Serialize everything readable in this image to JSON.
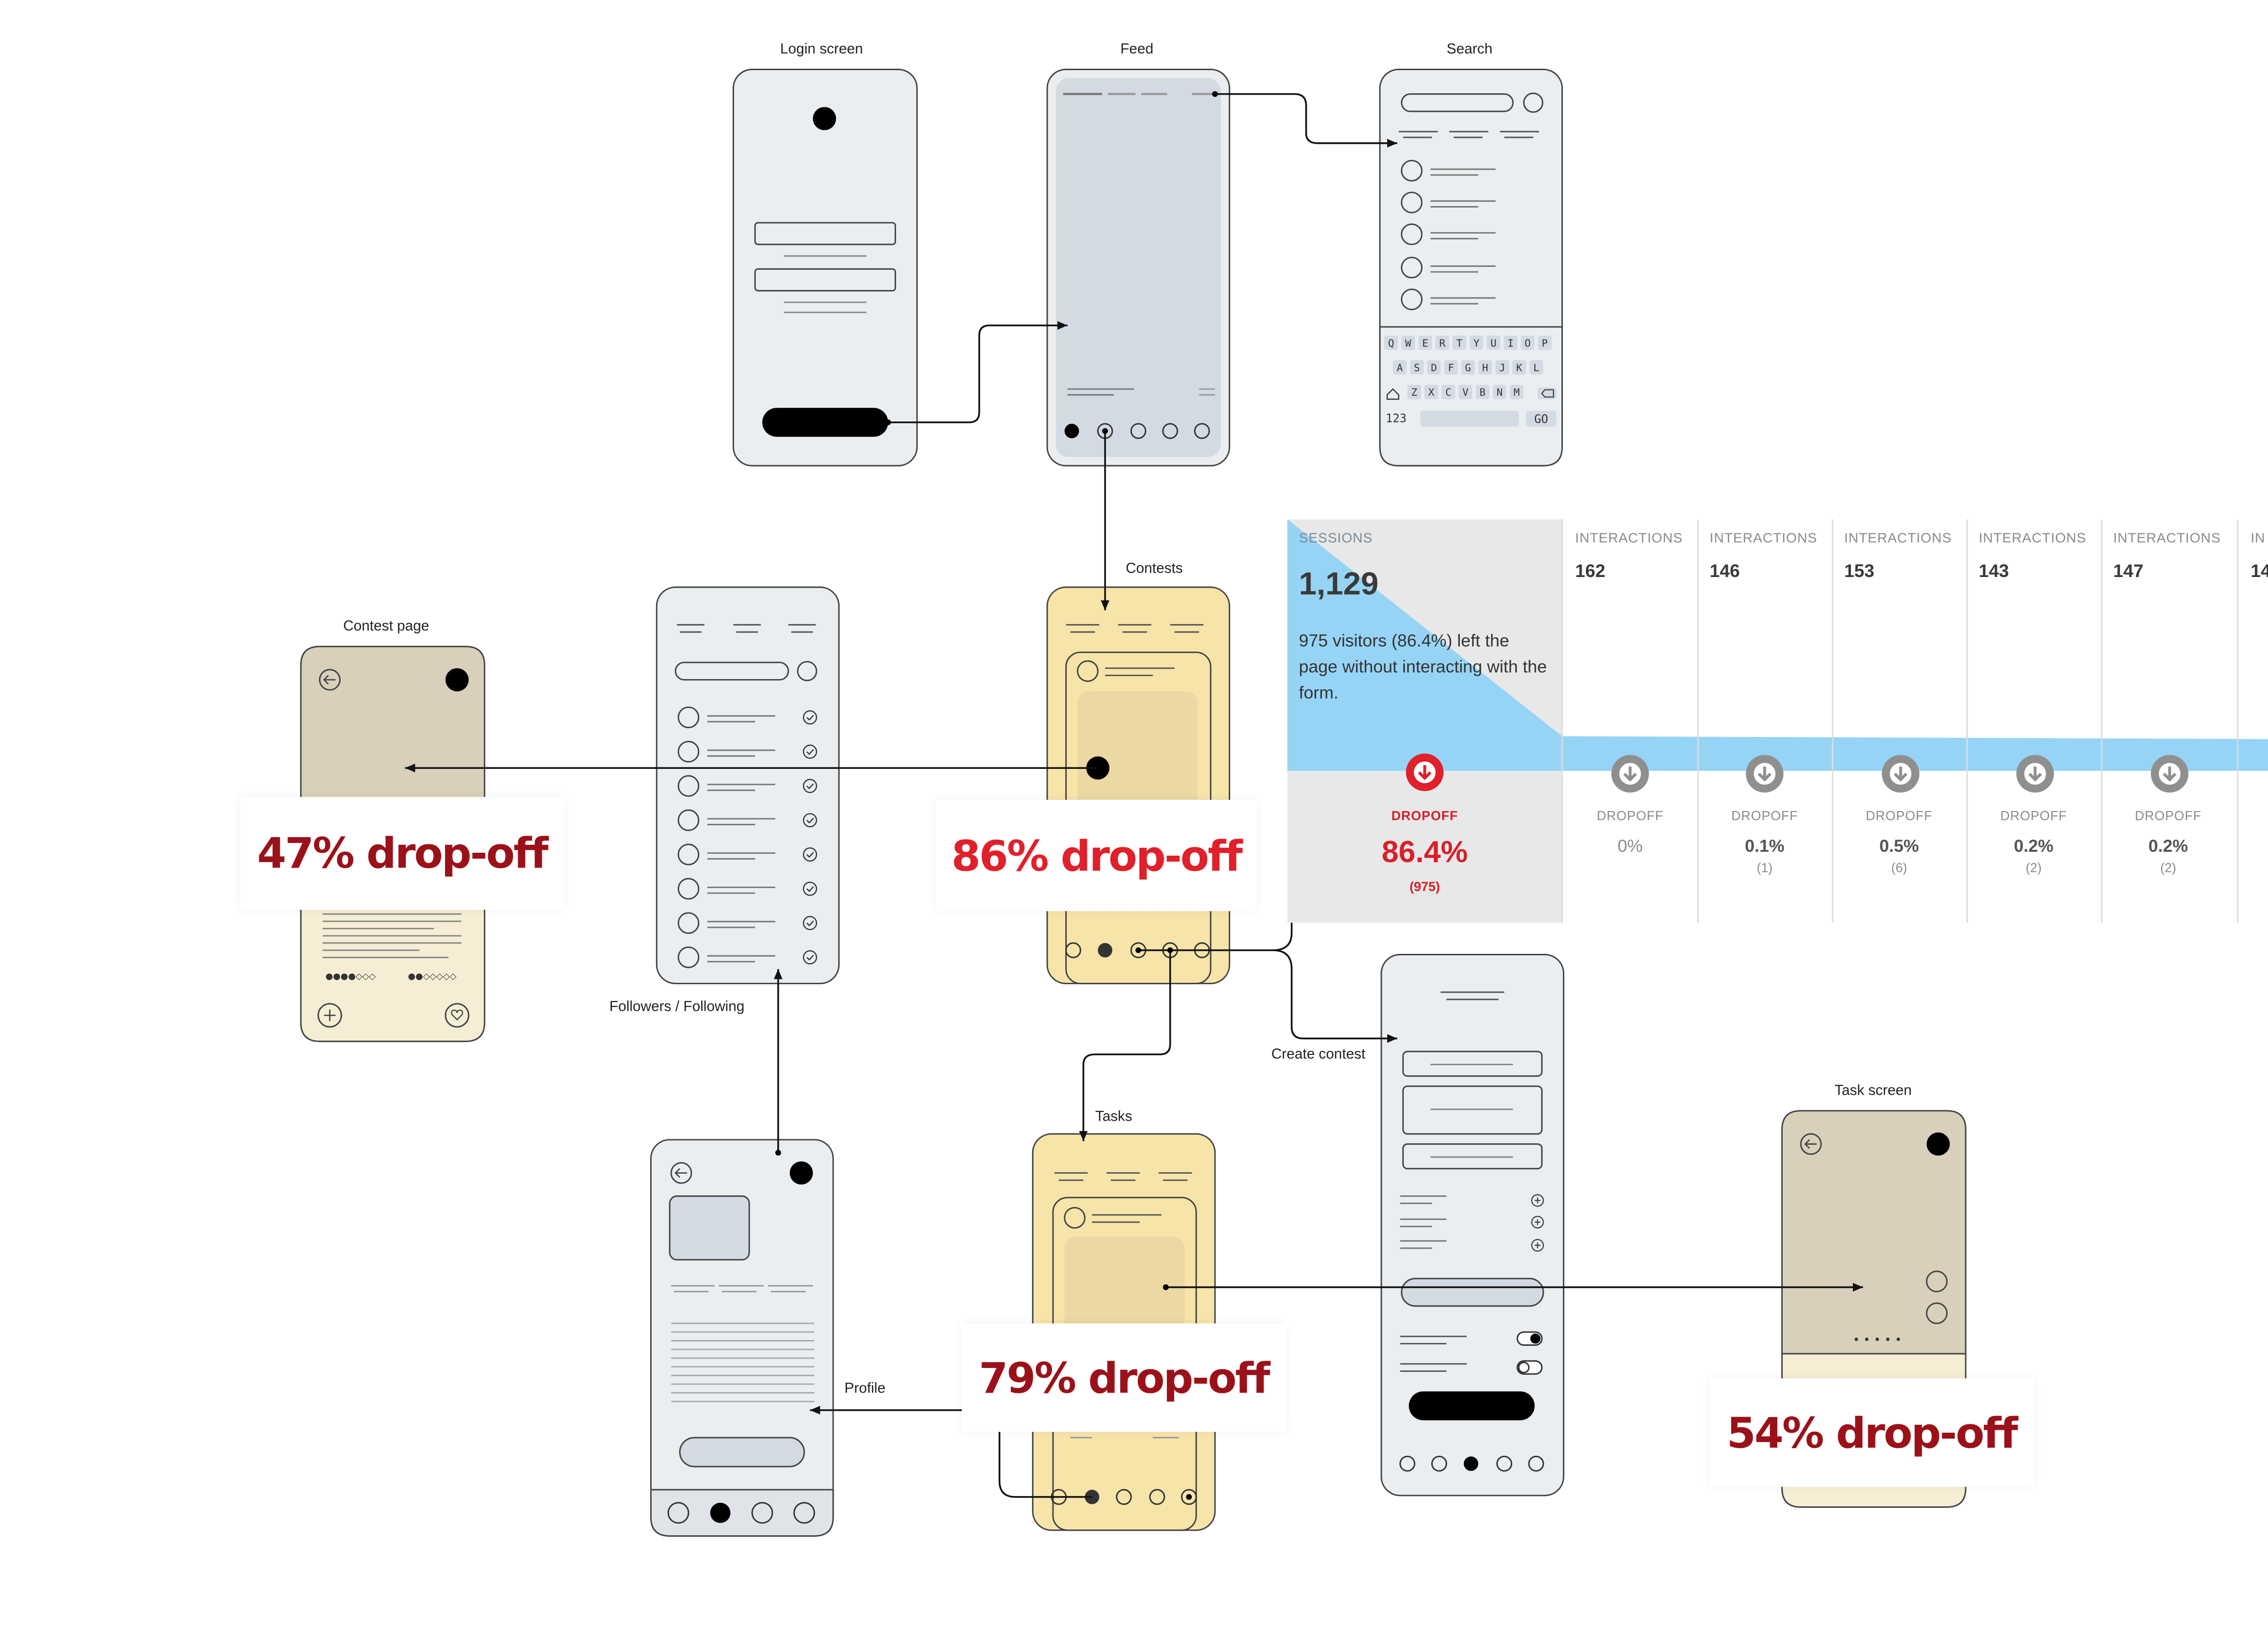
{
  "screens": {
    "login": "Login screen",
    "feed": "Feed",
    "search": "Search",
    "contests": "Contests",
    "contest_page": "Contest page",
    "followers": "Followers / Following",
    "create_contest": "Create contest",
    "tasks": "Tasks",
    "task_screen": "Task screen",
    "profile": "Profile"
  },
  "keyboard": {
    "row1": [
      "Q",
      "W",
      "E",
      "R",
      "T",
      "Y",
      "U",
      "I",
      "O",
      "P"
    ],
    "row2": [
      "A",
      "S",
      "D",
      "F",
      "G",
      "H",
      "J",
      "K",
      "L"
    ],
    "row3": [
      "Z",
      "X",
      "C",
      "V",
      "B",
      "N",
      "M"
    ],
    "numbers_key": "123",
    "go_key": "GO"
  },
  "dropoff_badges": {
    "contest_page": "47% drop-off",
    "contests": "86% drop-off",
    "tasks": "79% drop-off",
    "task_screen": "54% drop-off"
  },
  "analytics": {
    "sessions": {
      "label": "SESSIONS",
      "value": "1,129",
      "description": "975 visitors (86.4%) left the page without interacting with the form.",
      "dropoff_label": "DROPOFF",
      "dropoff_percent": "86.4%",
      "dropoff_count": "(975)"
    },
    "steps": [
      {
        "label": "INTERACTIONS",
        "value": "162",
        "dropoff_label": "DROPOFF",
        "dropoff_percent": "0%",
        "dropoff_count": ""
      },
      {
        "label": "INTERACTIONS",
        "value": "146",
        "dropoff_label": "DROPOFF",
        "dropoff_percent": "0.1%",
        "dropoff_count": "(1)"
      },
      {
        "label": "INTERACTIONS",
        "value": "153",
        "dropoff_label": "DROPOFF",
        "dropoff_percent": "0.5%",
        "dropoff_count": "(6)"
      },
      {
        "label": "INTERACTIONS",
        "value": "143",
        "dropoff_label": "DROPOFF",
        "dropoff_percent": "0.2%",
        "dropoff_count": "(2)"
      },
      {
        "label": "INTERACTIONS",
        "value": "147",
        "dropoff_label": "DROPOFF",
        "dropoff_percent": "0.2%",
        "dropoff_count": "(2)"
      },
      {
        "label": "IN",
        "value": "14",
        "dropoff_label": "",
        "dropoff_percent": "",
        "dropoff_count": ""
      }
    ]
  },
  "colors": {
    "wire_bg": "#ebeef1",
    "feed_content": "#d4dae2",
    "contest_yellow": "#f7e4a9",
    "card_beige": "#d8d0ba",
    "funnel_blue": "#96d4f6",
    "dropoff_red": "#e0202a",
    "badge_dark_red": "#9b1119"
  }
}
